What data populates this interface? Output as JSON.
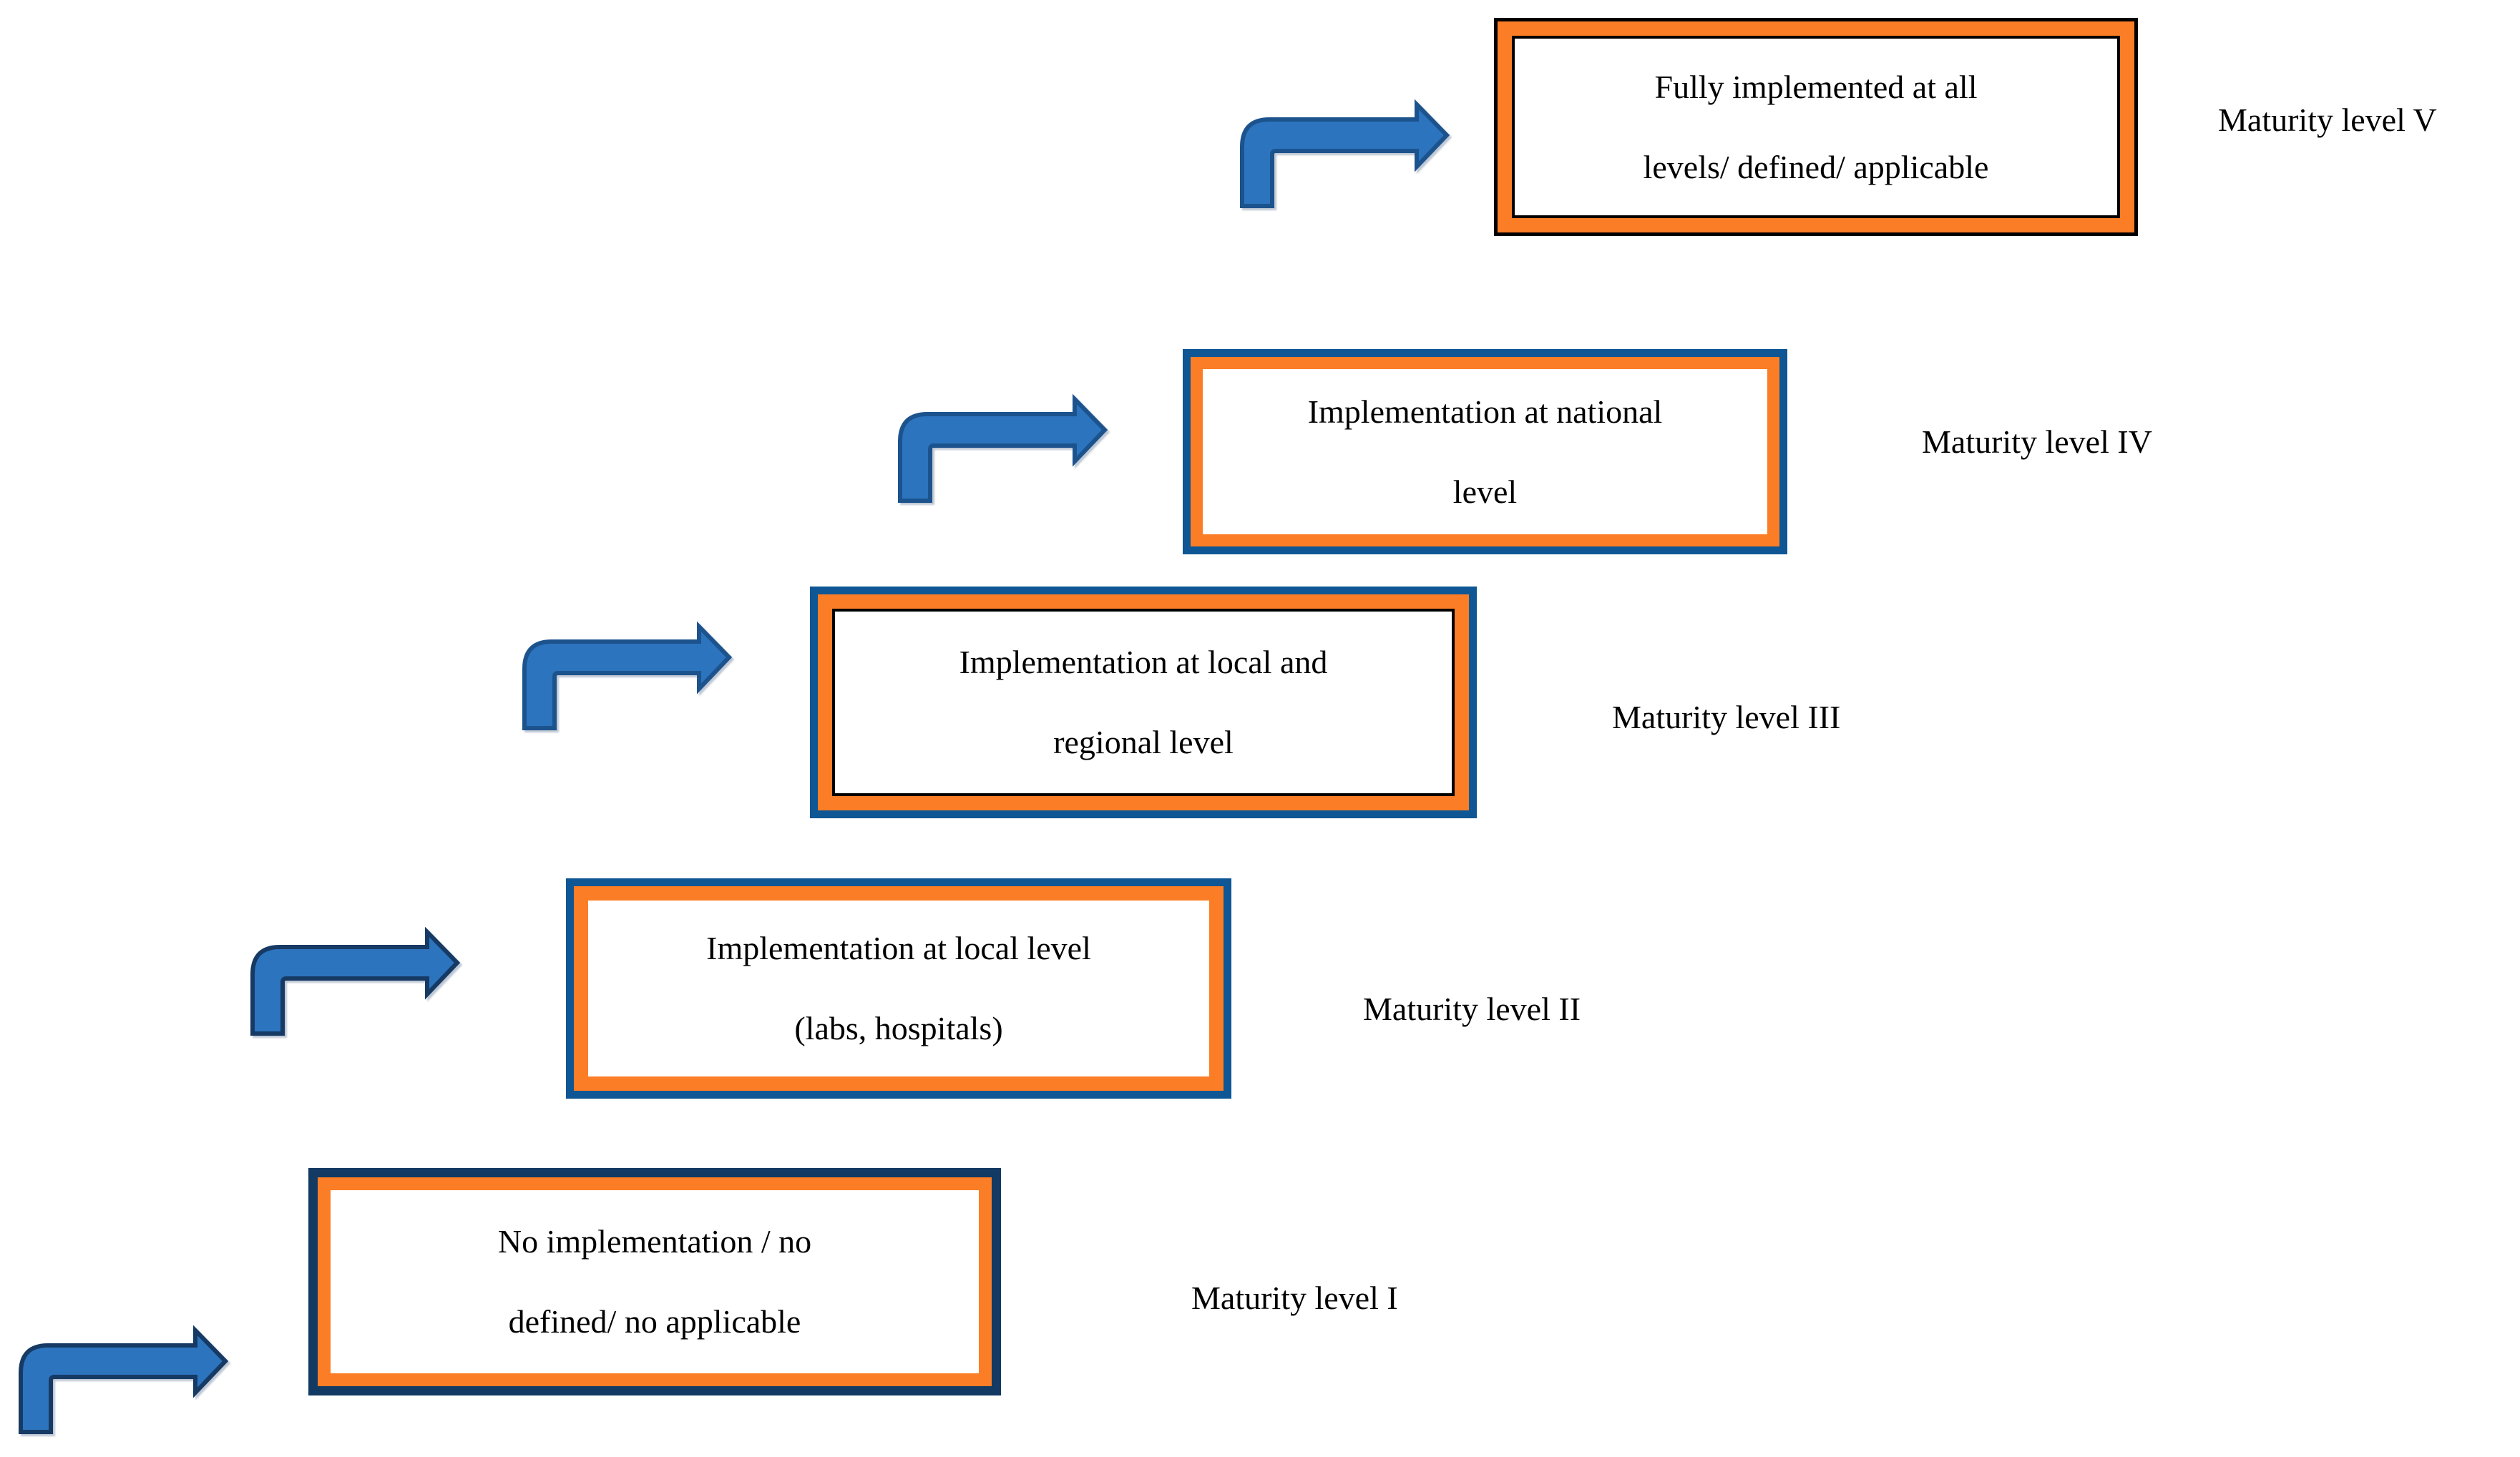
{
  "diagram": {
    "type": "maturity-staircase",
    "levels": [
      {
        "label": "Maturity level V",
        "line1": "Fully implemented at all",
        "line2": "levels/ defined/ applicable"
      },
      {
        "label": "Maturity level IV",
        "line1": "Implementation at national",
        "line2": "level"
      },
      {
        "label": "Maturity level III",
        "line1": "Implementation at local and",
        "line2": "regional level"
      },
      {
        "label": "Maturity level II",
        "line1": "Implementation at local level",
        "line2": "(labs, hospitals)"
      },
      {
        "label": "Maturity level I",
        "line1": "No implementation / no",
        "line2": "defined/ no applicable"
      }
    ],
    "colors": {
      "orange": "#FB7D26",
      "blue_border": "#0E5694",
      "navy_border": "#123A63",
      "black_border": "#000000",
      "arrow_fill": "#2D74BF",
      "arrow_stroke": "#1C538D",
      "arrow_stroke_dark": "#163A64",
      "text": "#000000",
      "background": "#FFFFFF"
    }
  }
}
